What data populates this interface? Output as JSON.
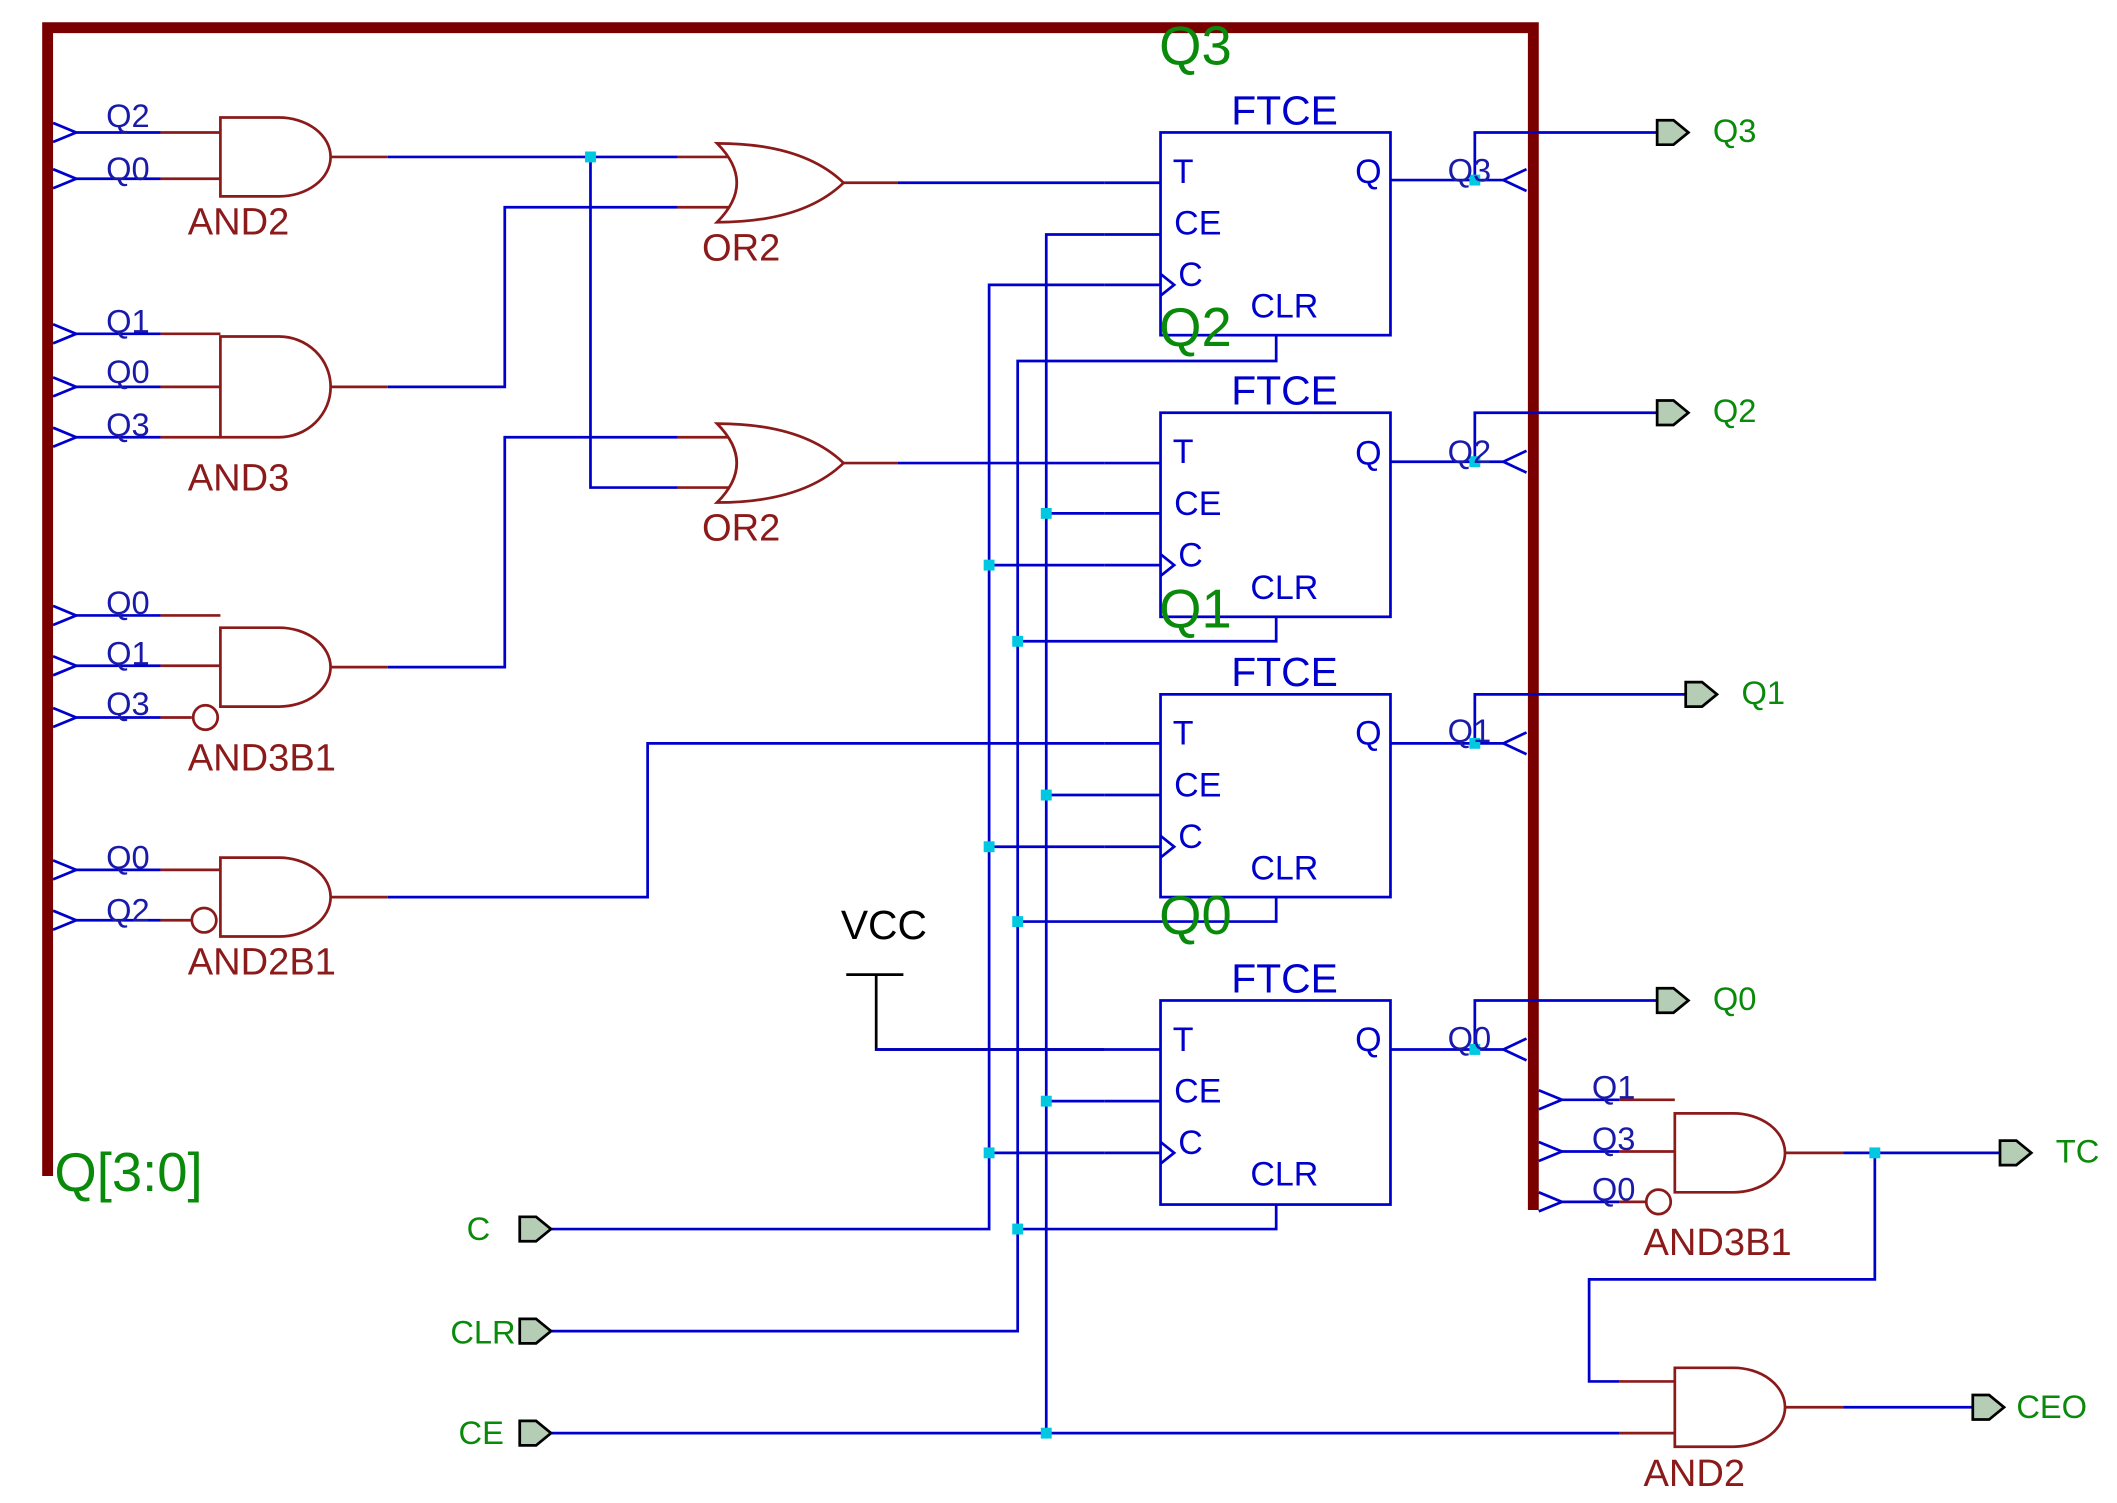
{
  "bus": {
    "label": "Q[3:0]"
  },
  "gates": [
    {
      "id": "and2_top",
      "label": "AND2",
      "inputs": [
        "Q2",
        "Q0"
      ]
    },
    {
      "id": "and3",
      "label": "AND3",
      "inputs": [
        "Q1",
        "Q0",
        "Q3"
      ]
    },
    {
      "id": "and3b1_left",
      "label": "AND3B1",
      "inputs": [
        "Q0",
        "Q1",
        "Q3"
      ]
    },
    {
      "id": "and2b1",
      "label": "AND2B1",
      "inputs": [
        "Q0",
        "Q2"
      ]
    },
    {
      "id": "or2_top",
      "label": "OR2"
    },
    {
      "id": "or2_bottom",
      "label": "OR2"
    },
    {
      "id": "and3b1_right",
      "label": "AND3B1",
      "inputs": [
        "Q1",
        "Q3",
        "Q0"
      ]
    },
    {
      "id": "and2_ceo",
      "label": "AND2"
    }
  ],
  "flipflops": [
    {
      "id": "ff3",
      "type": "FTCE",
      "pins": [
        "T",
        "CE",
        "C",
        "CLR",
        "Q"
      ],
      "output_net": "Q3",
      "instance": "Q3"
    },
    {
      "id": "ff2",
      "type": "FTCE",
      "pins": [
        "T",
        "CE",
        "C",
        "CLR",
        "Q"
      ],
      "output_net": "Q2",
      "instance": "Q2"
    },
    {
      "id": "ff1",
      "type": "FTCE",
      "pins": [
        "T",
        "CE",
        "C",
        "CLR",
        "Q"
      ],
      "output_net": "Q1",
      "instance": "Q1"
    },
    {
      "id": "ff0",
      "type": "FTCE",
      "pins": [
        "T",
        "CE",
        "C",
        "CLR",
        "Q"
      ],
      "output_net": "Q0",
      "instance": "Q0"
    }
  ],
  "vcc": "VCC",
  "inputs": [
    "C",
    "CLR",
    "CE"
  ],
  "outputs": [
    "Q3",
    "Q2",
    "Q1",
    "Q0",
    "TC",
    "CEO"
  ],
  "colors": {
    "wire": "#0000cc",
    "gate": "#8b1a1a",
    "bus": "#7a0000",
    "label_green": "#0a8a0a",
    "junction": "#00c8e0",
    "port_fill": "#b5ccb5"
  }
}
